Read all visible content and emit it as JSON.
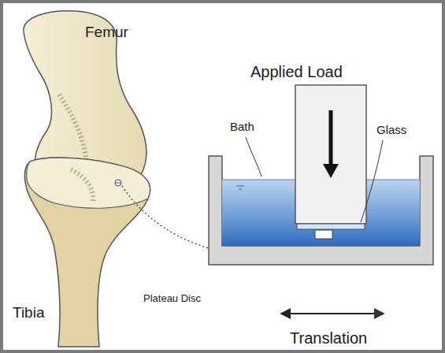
{
  "diagram": {
    "labels": [
      "Femur",
      "Applied Load",
      "Bath",
      "Glass",
      "Tibia",
      "Plateau Disc",
      "Translation"
    ]
  }
}
